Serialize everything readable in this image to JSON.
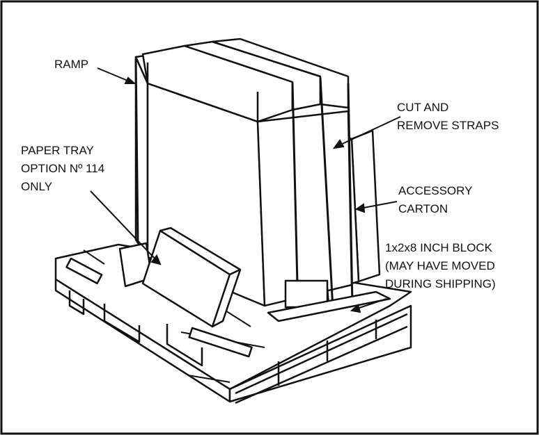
{
  "labels": {
    "ramp": "RAMP",
    "cut_straps": [
      "CUT AND",
      "REMOVE STRAPS"
    ],
    "paper_tray": [
      "PAPER TRAY",
      "OPTION Nº 114",
      "ONLY"
    ],
    "accessory_carton": [
      "ACCESSORY",
      "CARTON"
    ],
    "block": [
      "1x2x8 INCH BLOCK",
      "(MAY HAVE MOVED",
      "DURING SHIPPING)"
    ]
  },
  "colors": {
    "ink": "#111111",
    "paper": "#ffffff"
  }
}
